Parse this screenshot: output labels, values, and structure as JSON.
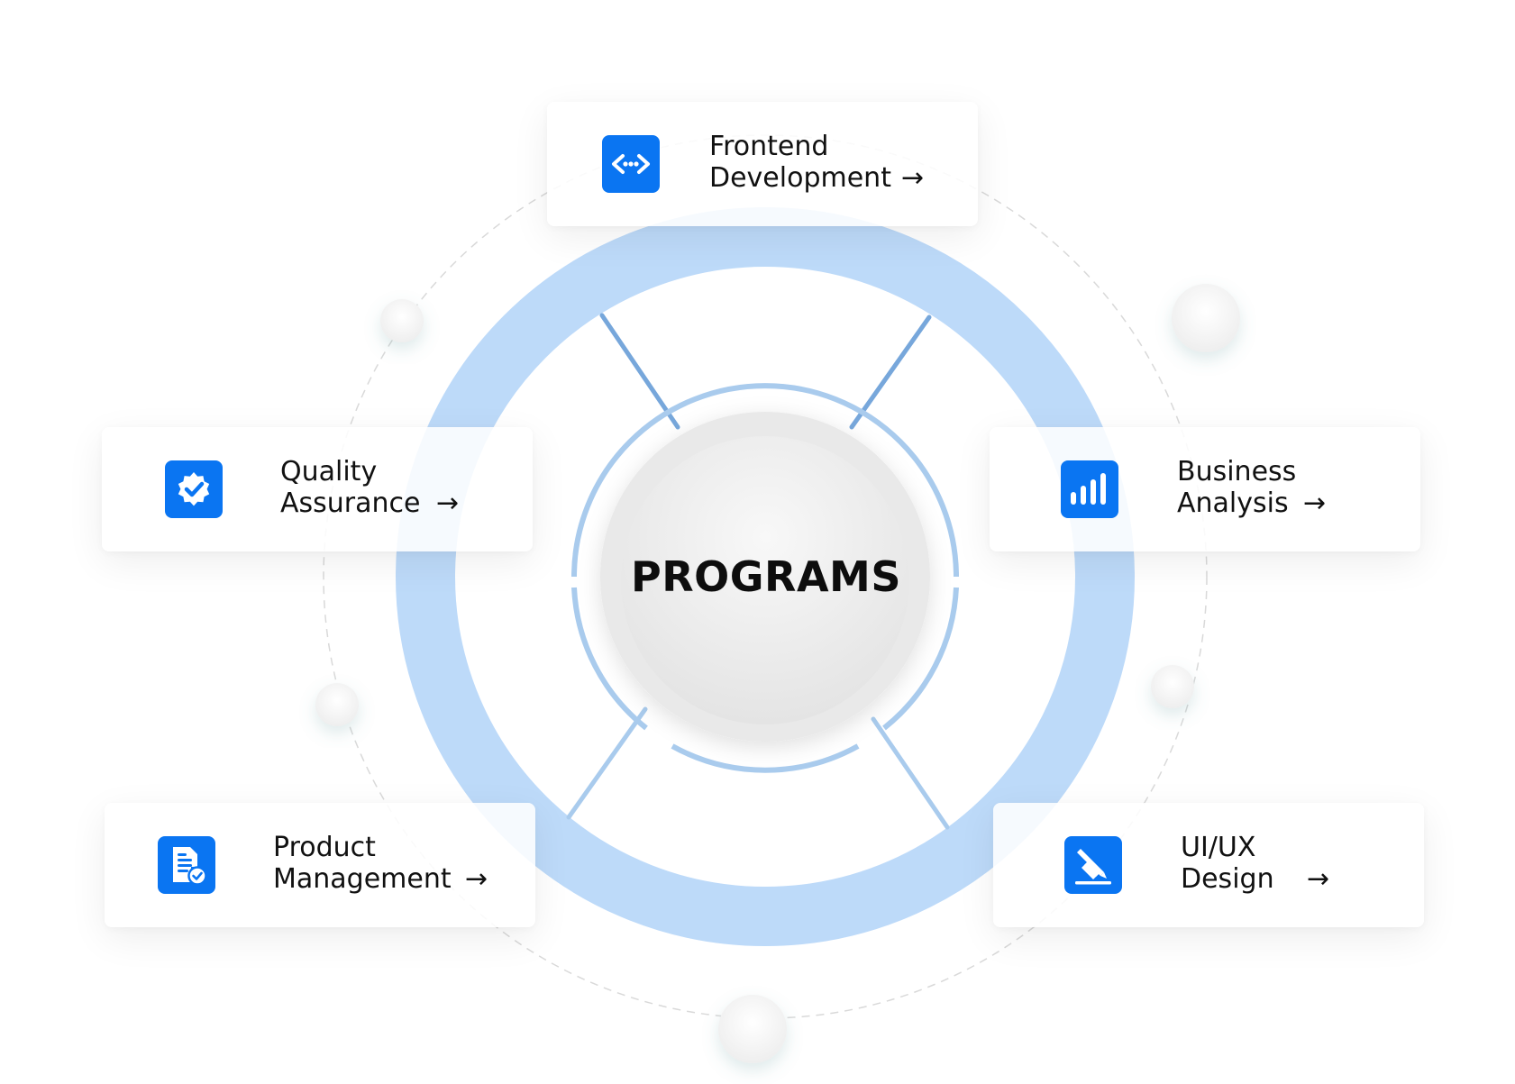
{
  "center": {
    "title": "PROGRAMS"
  },
  "programs": [
    {
      "line1": "Frontend",
      "line2": "Development",
      "arrow": "→",
      "icon": "code-icon"
    },
    {
      "line1": "Quality",
      "line2": "Assurance",
      "arrow": "→",
      "icon": "verified-badge-icon"
    },
    {
      "line1": "Business",
      "line2": "Analysis",
      "arrow": "→",
      "icon": "bar-chart-icon"
    },
    {
      "line1": "Product",
      "line2": "Management",
      "arrow": "→",
      "icon": "document-check-icon"
    },
    {
      "line1": "UI/UX",
      "line2": "Design",
      "arrow": "→",
      "icon": "pen-icon"
    }
  ],
  "colors": {
    "accent": "#0a75f2",
    "ring": "#bddaf9",
    "connector": "#77a7db",
    "inner_ring": "#a9cbed",
    "hub": "#ececec"
  }
}
